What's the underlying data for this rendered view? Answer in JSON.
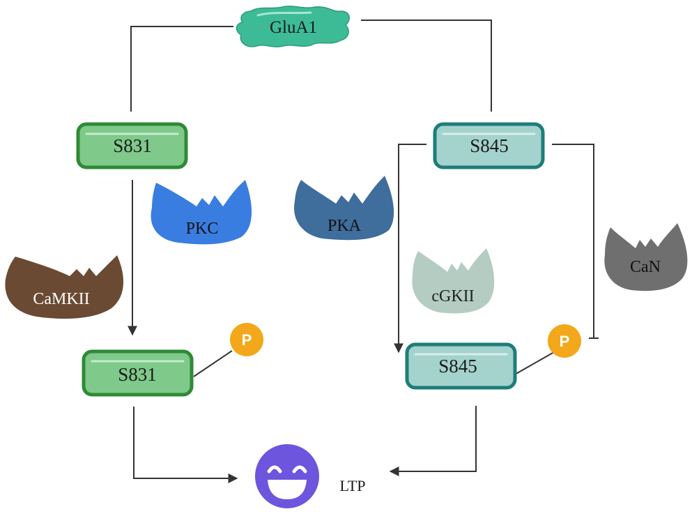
{
  "colors": {
    "glua1_fill": "#3dbb96",
    "s831_fill": "#7fc98a",
    "s831_stroke": "#2f8a36",
    "s845_fill": "#a4d2cc",
    "s845_stroke": "#1d7d7a",
    "pkc": "#3a7de0",
    "pka": "#3f6d9c",
    "camkii": "#6b4a33",
    "cgkii": "#b4ccc2",
    "can": "#6f6f6f",
    "phospho": "#f2a81a",
    "ltp_face": "#6d55dd",
    "line": "#333333"
  },
  "nodes": {
    "glua1": "GluA1",
    "s831_top": "S831",
    "s845_top": "S845",
    "s831_bottom": "S831",
    "s845_bottom": "S845",
    "ltp": "LTP"
  },
  "enzymes": {
    "pkc": "PKC",
    "pka": "PKA",
    "camkii": "CaMKII",
    "cgkii": "cGKII",
    "can": "CaN"
  },
  "phosphate_label": "P"
}
